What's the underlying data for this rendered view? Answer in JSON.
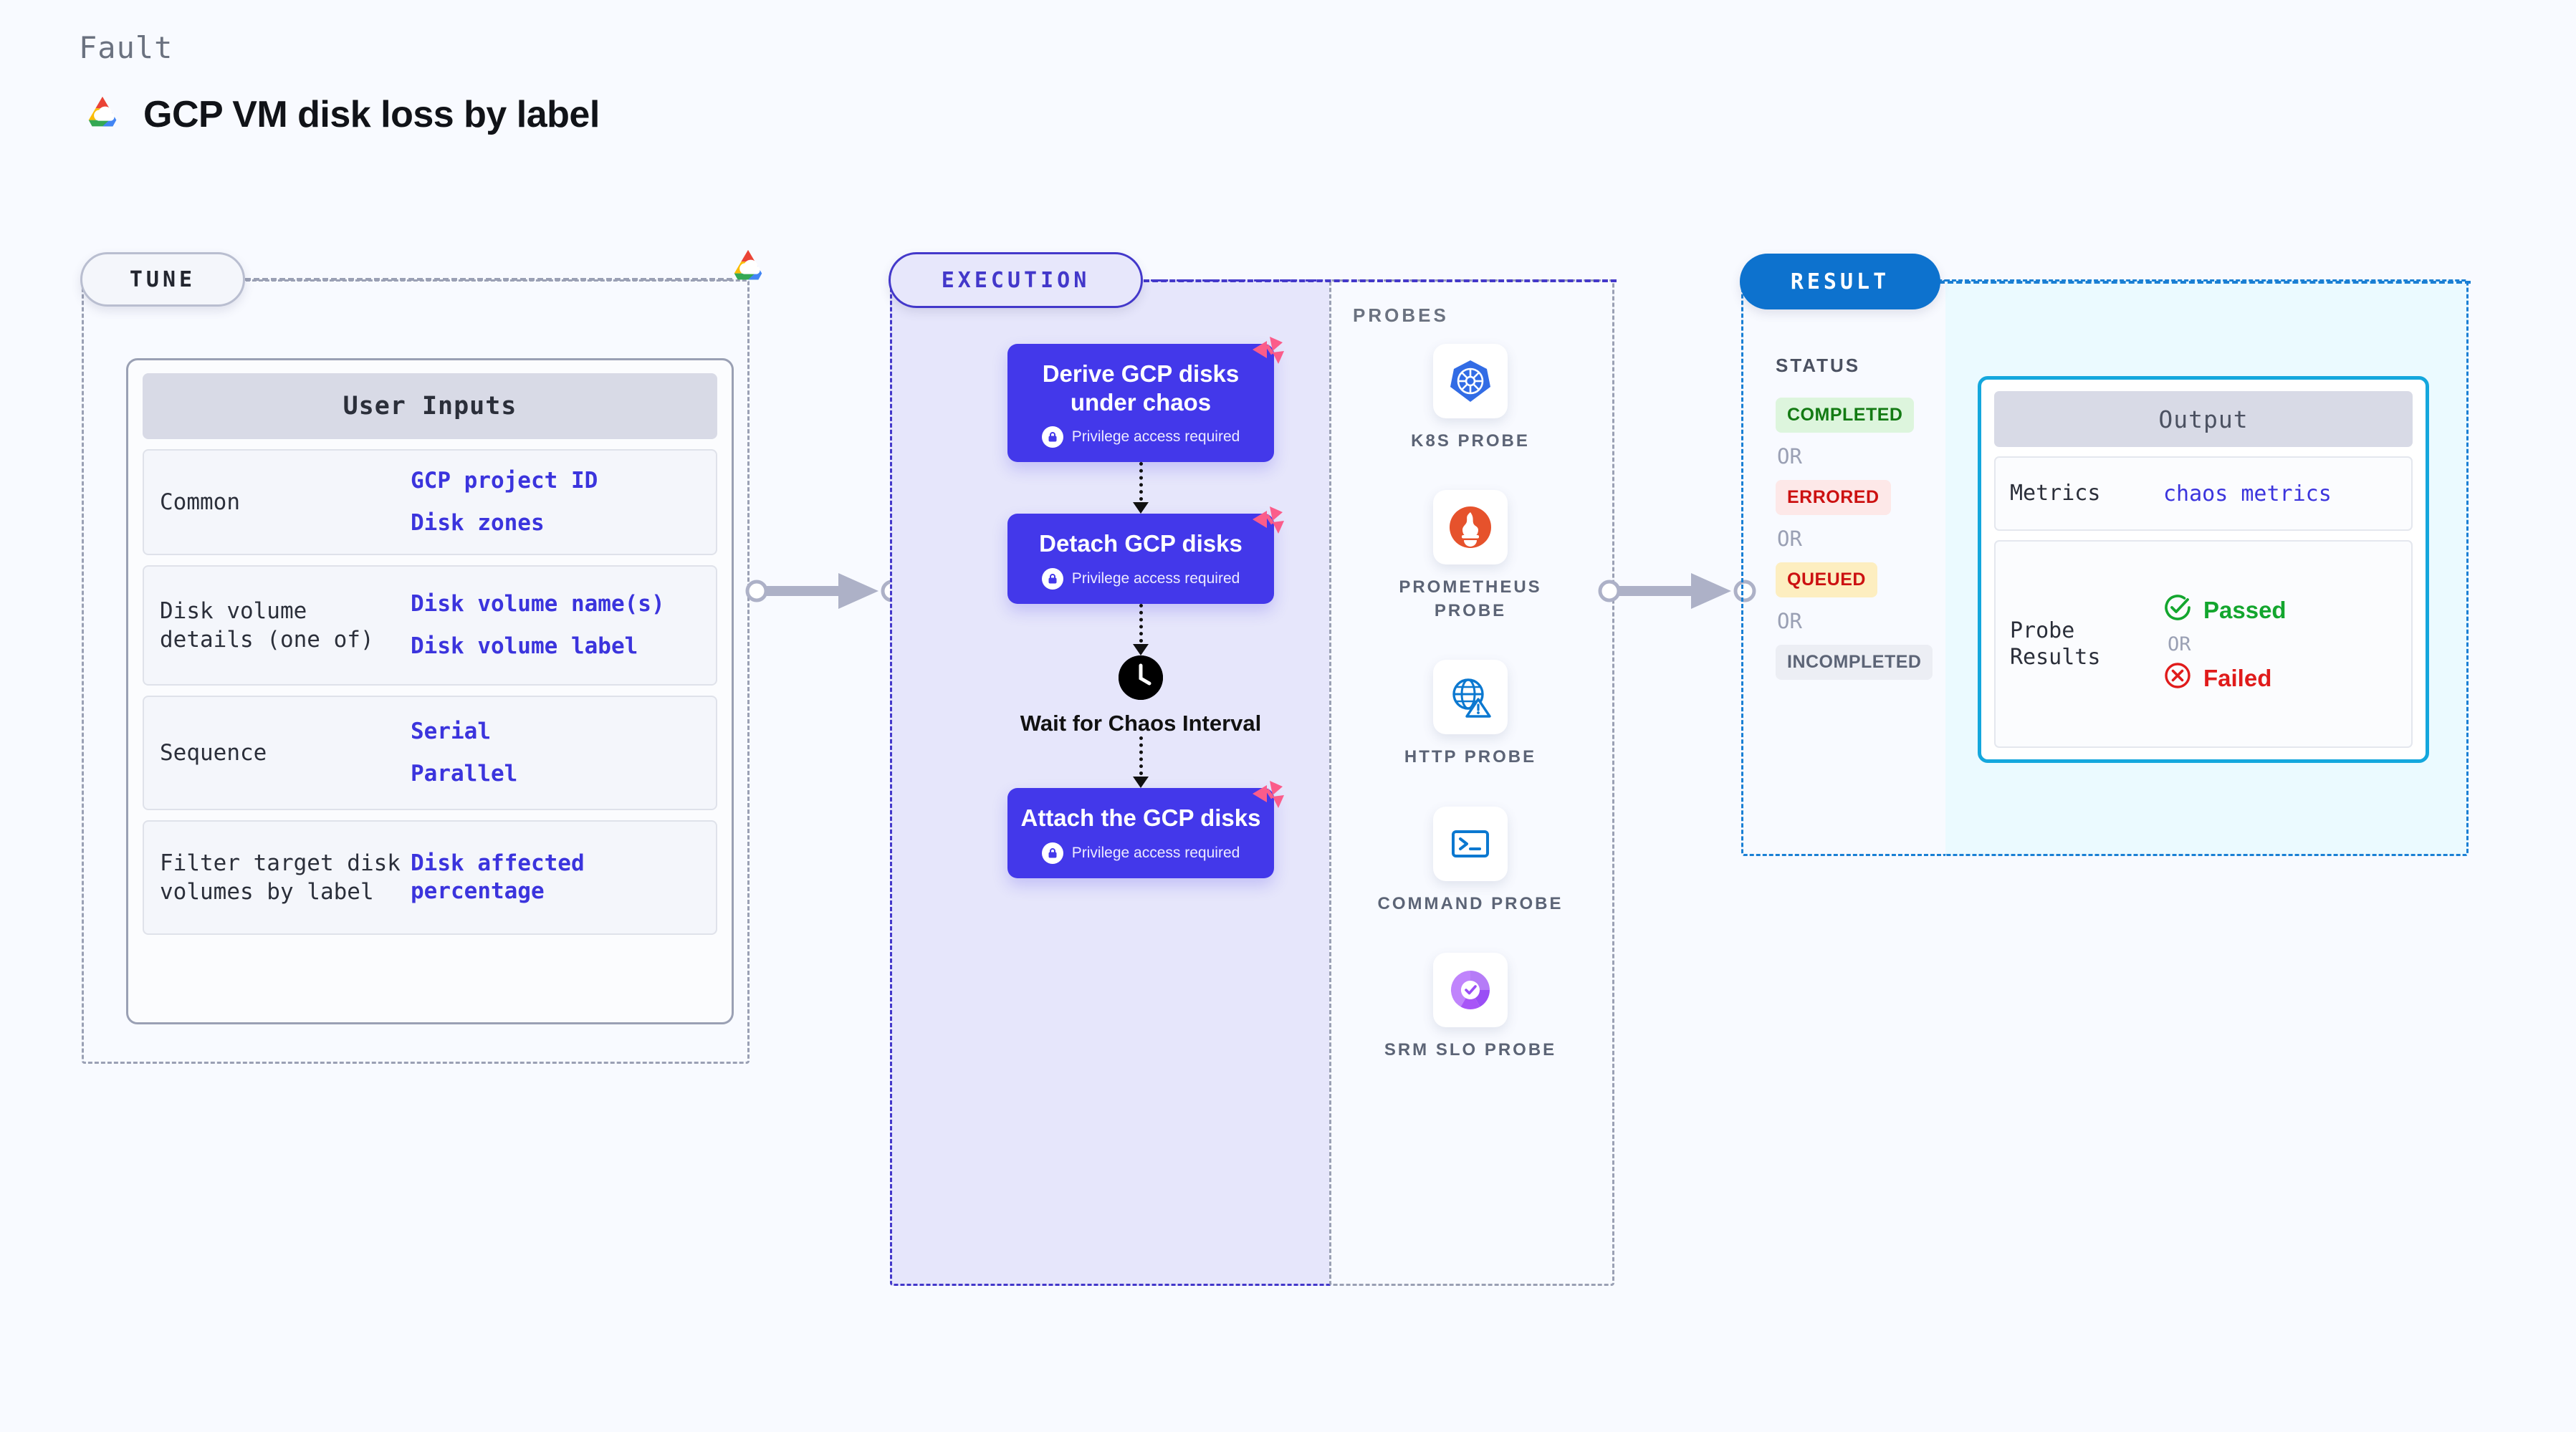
{
  "header": {
    "eyebrow": "Fault",
    "title": "GCP VM disk loss by label",
    "logo_icon": "gcp-cloud-icon"
  },
  "tune": {
    "badge": "TUNE",
    "provider_icon": "gcp-cloud-icon",
    "card_title": "User Inputs",
    "rows": [
      {
        "key": "Common",
        "values": [
          "GCP project ID",
          "Disk zones"
        ]
      },
      {
        "key": "Disk volume details (one of)",
        "values": [
          "Disk volume name(s)",
          "Disk volume label"
        ]
      },
      {
        "key": "Sequence",
        "values": [
          "Serial",
          "Parallel"
        ]
      },
      {
        "key": "Filter target disk volumes by label",
        "values": [
          "Disk affected percentage"
        ]
      }
    ]
  },
  "execution": {
    "badge": "EXECUTION",
    "nodes": [
      {
        "title": "Derive GCP disks under chaos",
        "subtitle": "Privilege access required",
        "icon": "lock-icon",
        "ribbon_icon": "harness-ribbon-icon"
      },
      {
        "title": "Detach GCP disks",
        "subtitle": "Privilege access required",
        "icon": "lock-icon",
        "ribbon_icon": "harness-ribbon-icon"
      },
      {
        "title": "Attach the GCP disks",
        "subtitle": "Privilege access required",
        "icon": "lock-icon",
        "ribbon_icon": "harness-ribbon-icon"
      }
    ],
    "wait": {
      "label": "Wait for Chaos Interval",
      "icon": "clock-icon"
    }
  },
  "probes": {
    "title": "PROBES",
    "items": [
      {
        "label": "K8S PROBE",
        "icon": "kubernetes-icon"
      },
      {
        "label": "PROMETHEUS PROBE",
        "icon": "prometheus-icon"
      },
      {
        "label": "HTTP PROBE",
        "icon": "http-globe-icon"
      },
      {
        "label": "COMMAND PROBE",
        "icon": "terminal-icon"
      },
      {
        "label": "SRM SLO PROBE",
        "icon": "srm-slo-icon"
      }
    ]
  },
  "result": {
    "badge": "RESULT",
    "status_title": "STATUS",
    "or_label": "OR",
    "statuses": [
      {
        "label": "COMPLETED",
        "bg": "#ddf5dd",
        "fg": "#137a13"
      },
      {
        "label": "ERRORED",
        "bg": "#fde8e8",
        "fg": "#cc1111"
      },
      {
        "label": "QUEUED",
        "bg": "#fdeec0",
        "fg": "#cc1111"
      },
      {
        "label": "INCOMPLETED",
        "bg": "#eceef4",
        "fg": "#5c6476"
      }
    ],
    "output": {
      "title": "Output",
      "metrics_key": "Metrics",
      "metrics_value": "chaos metrics",
      "probe_results_key": "Probe Results",
      "passed_label": "Passed",
      "failed_label": "Failed",
      "or_label": "OR",
      "passed_icon": "check-circle-icon",
      "failed_icon": "x-circle-icon"
    }
  },
  "colors": {
    "background": "#f8faff",
    "execution_accent": "#4338ca",
    "execution_fill": "#e6e6fb",
    "result_accent": "#1a7fd4",
    "output_border": "#14a7dd",
    "output_fill": "#ebfaff",
    "node_fill": "#4338ea",
    "link_text": "#3b34dd",
    "ribbon": "#fb5c8a",
    "connector": "#adb1c7"
  }
}
